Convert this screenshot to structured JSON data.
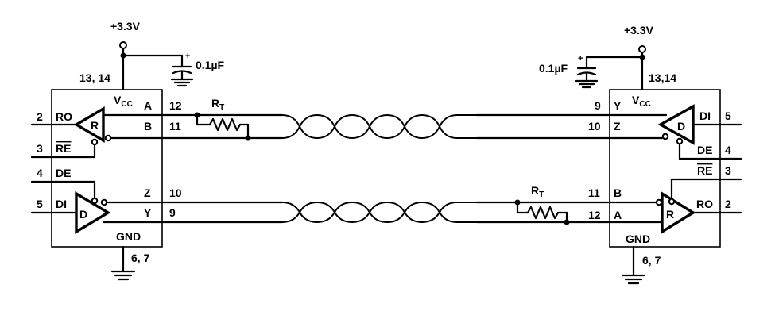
{
  "left": {
    "supply": "+3.3V",
    "cap": "0.1µF",
    "vcc_pins": "13, 14",
    "gnd_pins": "6, 7",
    "vcc": "V",
    "vcc_sub": "CC",
    "gnd": "GND",
    "rt": "R",
    "rt_sub": "T",
    "pins": {
      "ro_num": "2",
      "ro": "RO",
      "re_num": "3",
      "re": "RE",
      "de_num": "4",
      "de": "DE",
      "di_num": "5",
      "di": "DI",
      "a": "A",
      "a_num": "12",
      "b": "B",
      "b_num": "11",
      "z": "Z",
      "z_num": "10",
      "y": "Y",
      "y_num": "9"
    },
    "rx": "R",
    "tx": "D"
  },
  "right": {
    "supply": "+3.3V",
    "cap": "0.1µF",
    "vcc_pins": "13,14",
    "gnd_pins": "6, 7",
    "vcc": "V",
    "vcc_sub": "CC",
    "gnd": "GND",
    "rt": "R",
    "rt_sub": "T",
    "pins": {
      "y_num": "9",
      "y": "Y",
      "z_num": "10",
      "z": "Z",
      "b_num": "11",
      "b": "B",
      "a_num": "12",
      "a": "A",
      "di": "DI",
      "di_num": "5",
      "de": "DE",
      "de_num": "4",
      "re": "RE",
      "re_num": "3",
      "ro": "RO",
      "ro_num": "2"
    },
    "rx": "R",
    "tx": "D"
  },
  "plus": "+"
}
